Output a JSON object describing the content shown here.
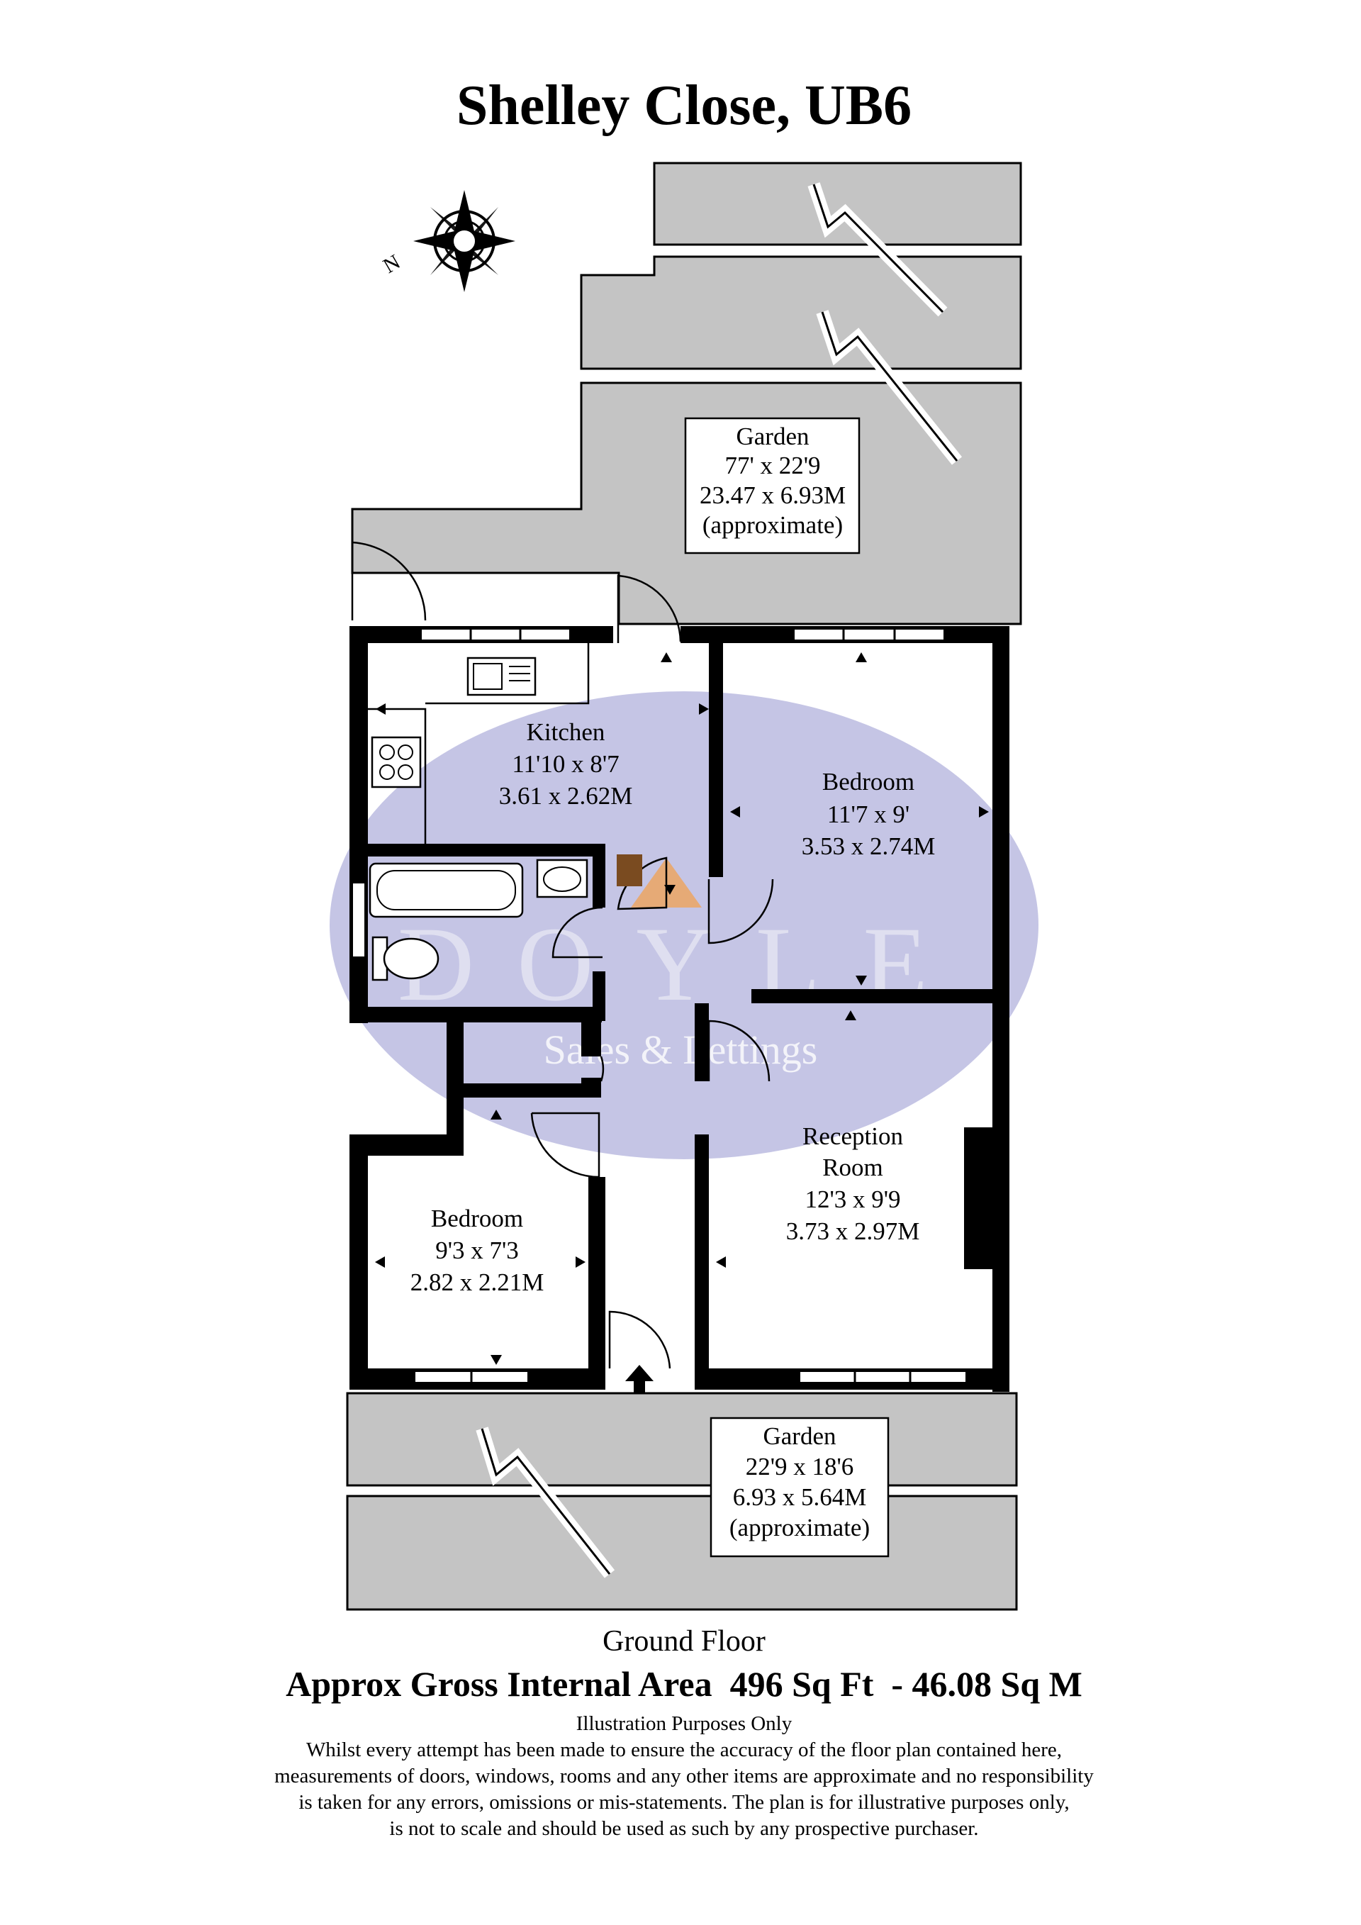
{
  "title": "Shelley Close, UB6",
  "compass": {
    "label": "N"
  },
  "rooms": {
    "garden_rear": {
      "name": "Garden",
      "imperial": "77' x 22'9",
      "metric": "23.47 x 6.93M",
      "note": "(approximate)"
    },
    "kitchen": {
      "name": "Kitchen",
      "imperial": "11'10 x 8'7",
      "metric": "3.61 x 2.62M"
    },
    "bedroom_1": {
      "name": "Bedroom",
      "imperial": "11'7 x 9'",
      "metric": "3.53 x 2.74M"
    },
    "reception": {
      "name_line1": "Reception",
      "name_line2": "Room",
      "imperial": "12'3 x 9'9",
      "metric": "3.73 x 2.97M"
    },
    "bedroom_2": {
      "name": "Bedroom",
      "imperial": "9'3 x 7'3",
      "metric": "2.82 x 2.21M"
    },
    "garden_front": {
      "name": "Garden",
      "imperial": "22'9 x 18'6",
      "metric": "6.93 x 5.64M",
      "note": "(approximate)"
    }
  },
  "watermark": {
    "brand": "DOYLE",
    "tagline": "Sales & Lettings",
    "colors": {
      "ellipse": "#b7b7df",
      "accent": "#f0a050"
    }
  },
  "footer": {
    "floor": "Ground Floor",
    "area": "Approx Gross Internal Area  496 Sq Ft  - 46.08 Sq M",
    "note_title": "Illustration Purposes Only",
    "disclaimer_1": "Whilst every attempt has been made to ensure the accuracy of the floor plan contained here,",
    "disclaimer_2": "measurements of doors, windows, rooms and any other items are approximate and no responsibility",
    "disclaimer_3": "is taken for any errors, omissions or mis-statements. The plan is for illustrative purposes only,",
    "disclaimer_4": "is not to scale and should be used as such by any prospective purchaser."
  }
}
